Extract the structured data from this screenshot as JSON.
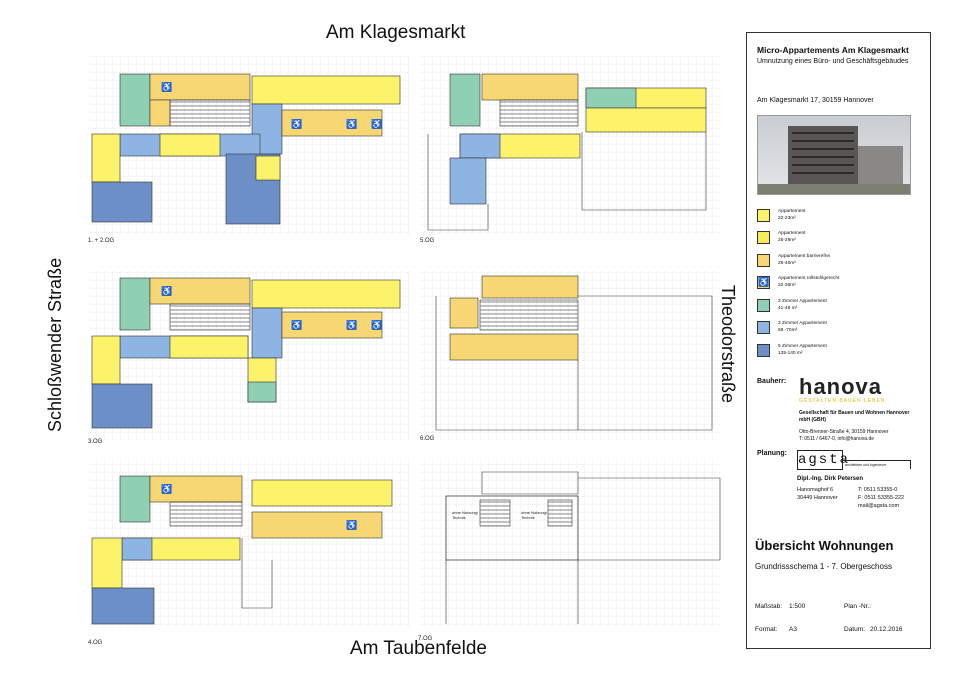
{
  "streets": {
    "top": "Am Klagesmarkt",
    "bottom": "Am Taubenfelde",
    "left": "Schloßwender Straße",
    "right": "Theodorstraße"
  },
  "floors": [
    {
      "label": "1. + 2.OG"
    },
    {
      "label": "5.OG"
    },
    {
      "label": "3.OG"
    },
    {
      "label": "6.OG"
    },
    {
      "label": "4.OG"
    },
    {
      "label": "7.OG"
    }
  ],
  "annotations": {
    "technik_1": "ohne Nutzung/ Technik",
    "technik_2": "ohne Nutzung/ Technik"
  },
  "title_block": {
    "project_title": "Micro-Appartements Am Klagesmarkt",
    "project_subtitle": "Umnutzung eines Büro- und Geschäftsgebäudes",
    "address": "Am Klagesmarkt 17, 30159 Hannover",
    "legend": [
      {
        "label": "Appartement",
        "size": "22-23m²",
        "color": "#fdf36b",
        "icon": ""
      },
      {
        "label": "Appartement",
        "size": "25-29m²",
        "color": "#f5ea5a",
        "icon": ""
      },
      {
        "label": "Appartement barrierefrei",
        "size": "25-40m²",
        "color": "#f7d774",
        "icon": ""
      },
      {
        "label": "Appartement rollstuhlgerecht",
        "size": "32-36m²",
        "color": "#f7d774",
        "icon": "wheelchair-icon"
      },
      {
        "label": "3 Zimmer Appartement",
        "size": "41-48 m²",
        "color": "#8fd0b5",
        "icon": ""
      },
      {
        "label": "3 Zimmer Appartement",
        "size": "58 -70m²",
        "color": "#8eb4e3",
        "icon": ""
      },
      {
        "label": "5 Zimmer Appartement",
        "size": "135-140 m²",
        "color": "#6d8fc7",
        "icon": ""
      }
    ],
    "bauherr_label": "Bauherr:",
    "bauherr_logo": "hanova",
    "bauherr_slogan": "GESTALTEN BAUEN LEBEN",
    "bauherr_name": "Gesellschaft für Bauen und Wohnen Hannover mbH (GBH)",
    "bauherr_address": "Otto-Brenner-Straße 4, 30159 Hannover",
    "bauherr_contact": "T: 0511 / 6467-0, info@hanova.de",
    "planung_label": "Planung:",
    "planung_logo": "agsta",
    "planung_tag": "architekten und ingenieure",
    "planer_name": "Dipl.-Ing. Dirk Petersen",
    "planer_street": "Hanomaghof 6",
    "planer_city": "30449 Hannover",
    "planer_phone": "T: 0511 53355-0",
    "planer_fax": "F: 0511 53355-222",
    "planer_mail": "mail@agsta.com",
    "sheet_title": "Übersicht Wohnungen",
    "sheet_subtitle": "Grundrissschema 1 - 7. Obergeschoss",
    "massstab_label": "Maßstab:",
    "massstab_value": "1:500",
    "plan_nr_label": "Plan -Nr.:",
    "format_label": "Format:",
    "format_value": "A3",
    "datum_label": "Datum:",
    "datum_value": "20.12.2016"
  }
}
